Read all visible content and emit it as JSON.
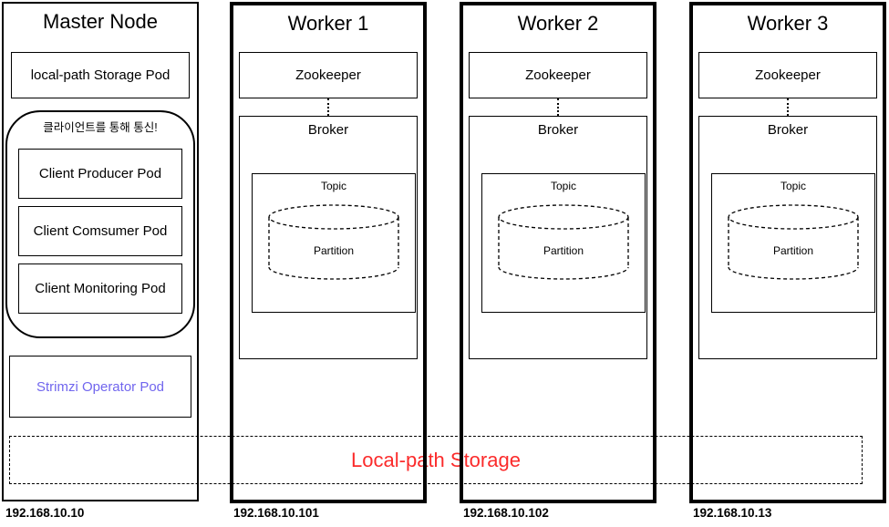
{
  "colors": {
    "line": "#000000",
    "background": "#ffffff",
    "strimzi_text": "#7166ee",
    "storage_label_text": "#fb2b2b"
  },
  "master": {
    "title": "Master Node",
    "storage_pod_label": "local-path Storage Pod",
    "client_group_note": "클라이언트를 통해 통신!",
    "client_pods": [
      "Client Producer Pod",
      "Client Comsumer Pod",
      "Client Monitoring Pod"
    ],
    "operator_pod_label": "Strimzi Operator Pod",
    "ip": "192.168.10.10"
  },
  "workers": [
    {
      "title": "Worker 1",
      "zookeeper": "Zookeeper",
      "broker": "Broker",
      "topic": "Topic",
      "partition": "Partition",
      "ip": "192.168.10.101"
    },
    {
      "title": "Worker 2",
      "zookeeper": "Zookeeper",
      "broker": "Broker",
      "topic": "Topic",
      "partition": "Partition",
      "ip": "192.168.10.102"
    },
    {
      "title": "Worker 3",
      "zookeeper": "Zookeeper",
      "broker": "Broker",
      "topic": "Topic",
      "partition": "Partition",
      "ip": "192.168.10.13"
    }
  ],
  "storage_banner": {
    "label": "Local-path Storage"
  }
}
